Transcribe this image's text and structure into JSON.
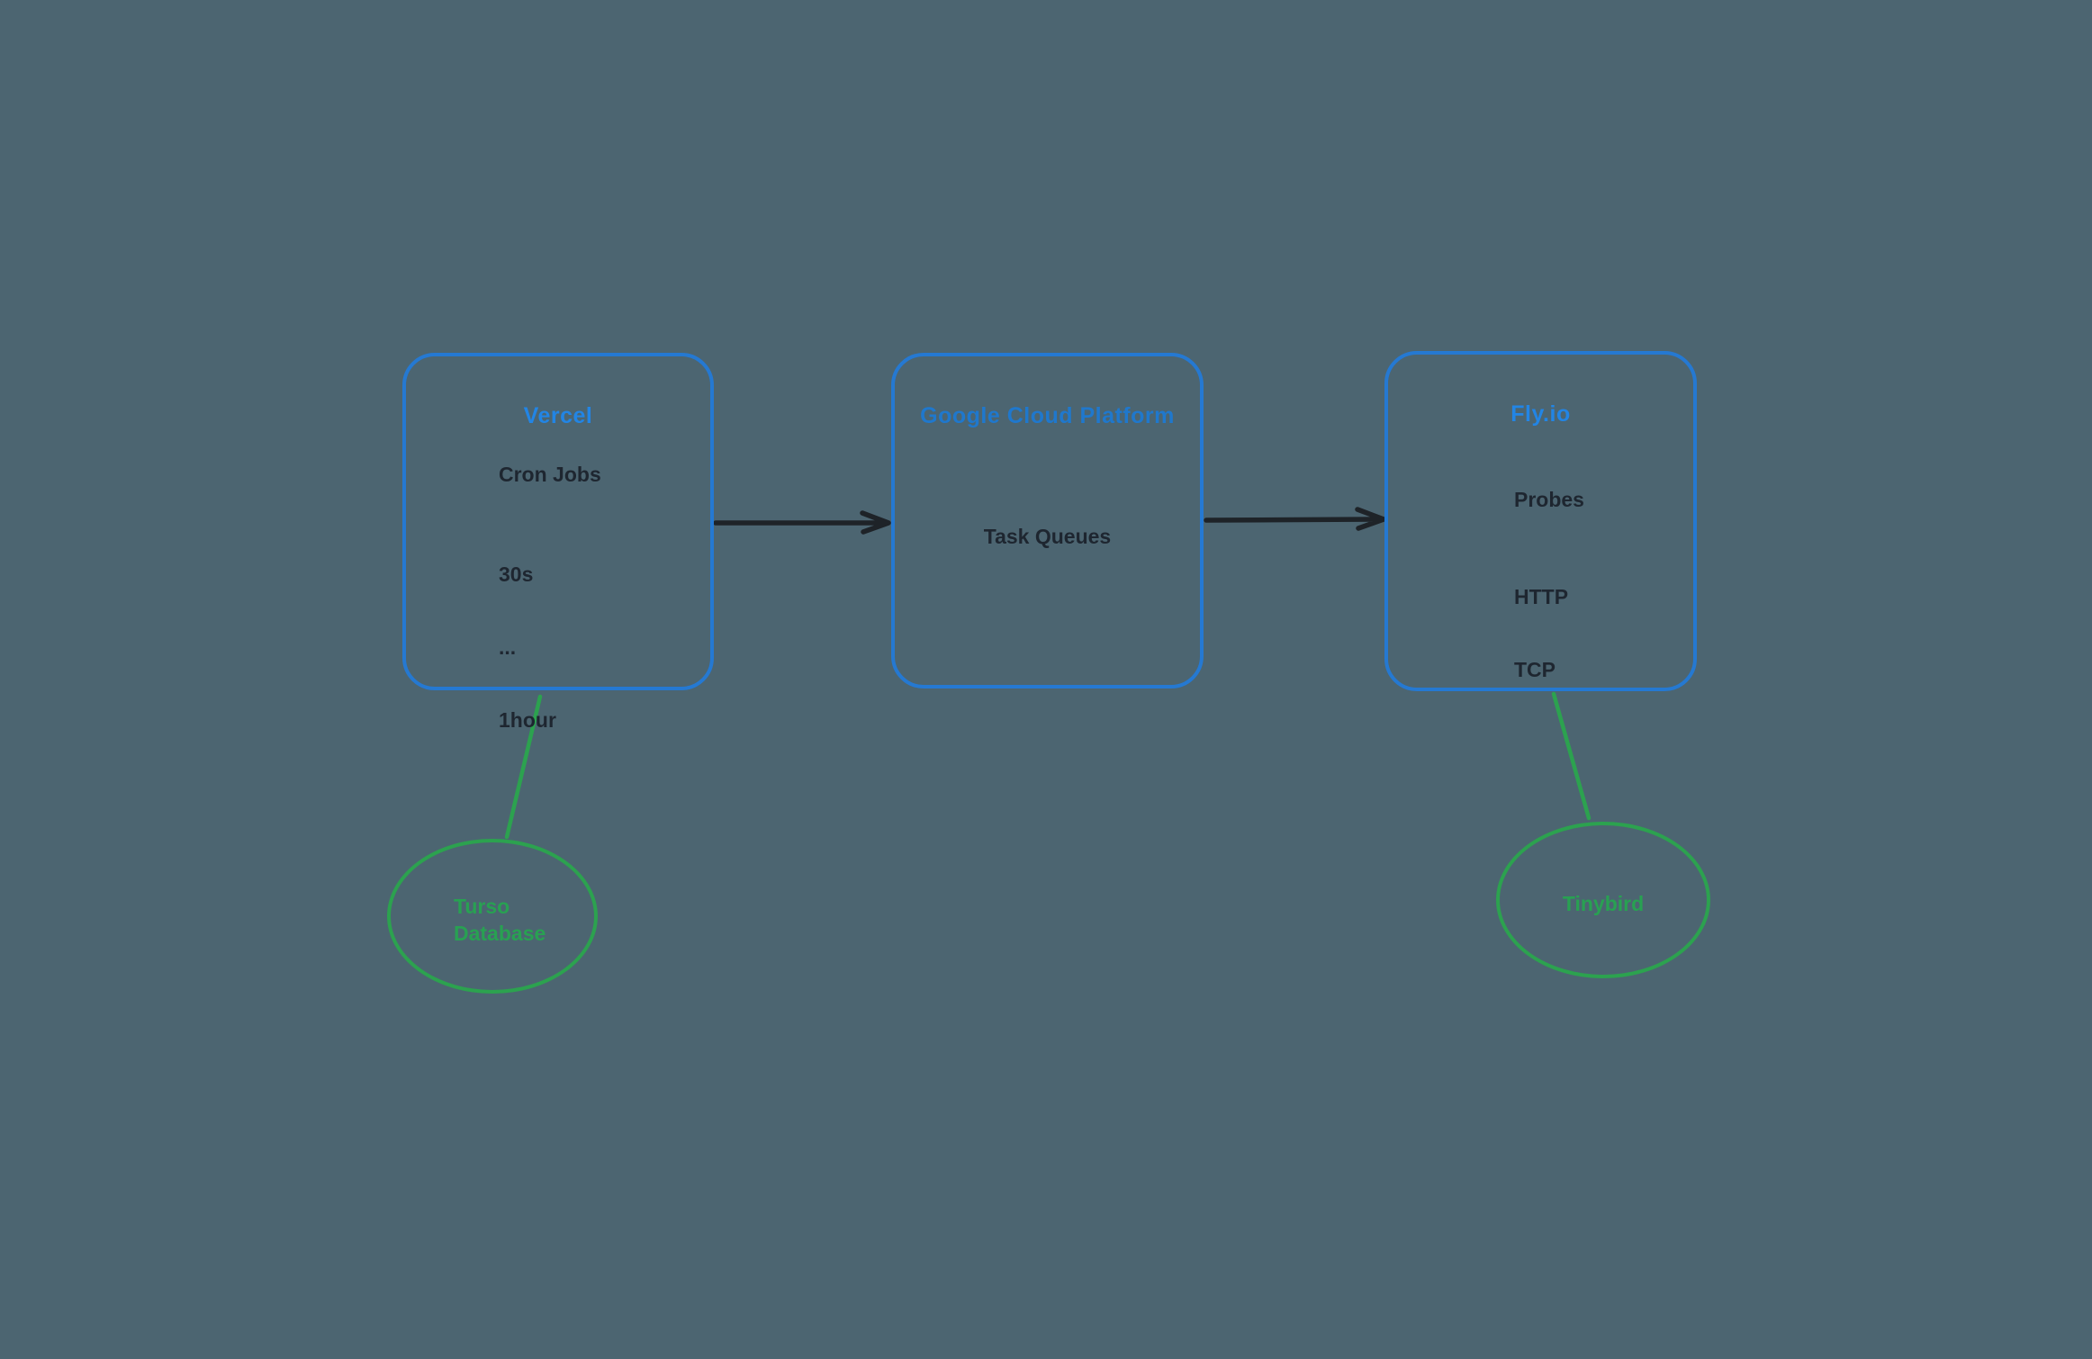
{
  "canvas": {
    "background_color": "#4c6571"
  },
  "boxes": {
    "vercel": {
      "title": "Vercel",
      "title_color": "#2285e5",
      "heading": "Cron Jobs",
      "lines": [
        "30s",
        "...",
        "1hour"
      ]
    },
    "gcp": {
      "title": "Google Cloud Platform",
      "title_color": "#1f78cd",
      "heading": "Task Queues"
    },
    "flyio": {
      "title": "Fly.io",
      "title_color": "#2285e5",
      "heading": "Probes",
      "lines": [
        "HTTP",
        "TCP"
      ]
    }
  },
  "ellipses": {
    "turso": {
      "lines": [
        "Turso",
        "Database"
      ],
      "text_color": "#28a152"
    },
    "tinybird": {
      "label": "Tinybird",
      "text_color": "#28a152"
    }
  },
  "colors": {
    "box_stroke": "#2579d2",
    "ellipse_stroke": "#2ca24f",
    "connector_green": "#2ca24f",
    "arrow_black": "#1e2328",
    "body_text": "#1e2630"
  }
}
